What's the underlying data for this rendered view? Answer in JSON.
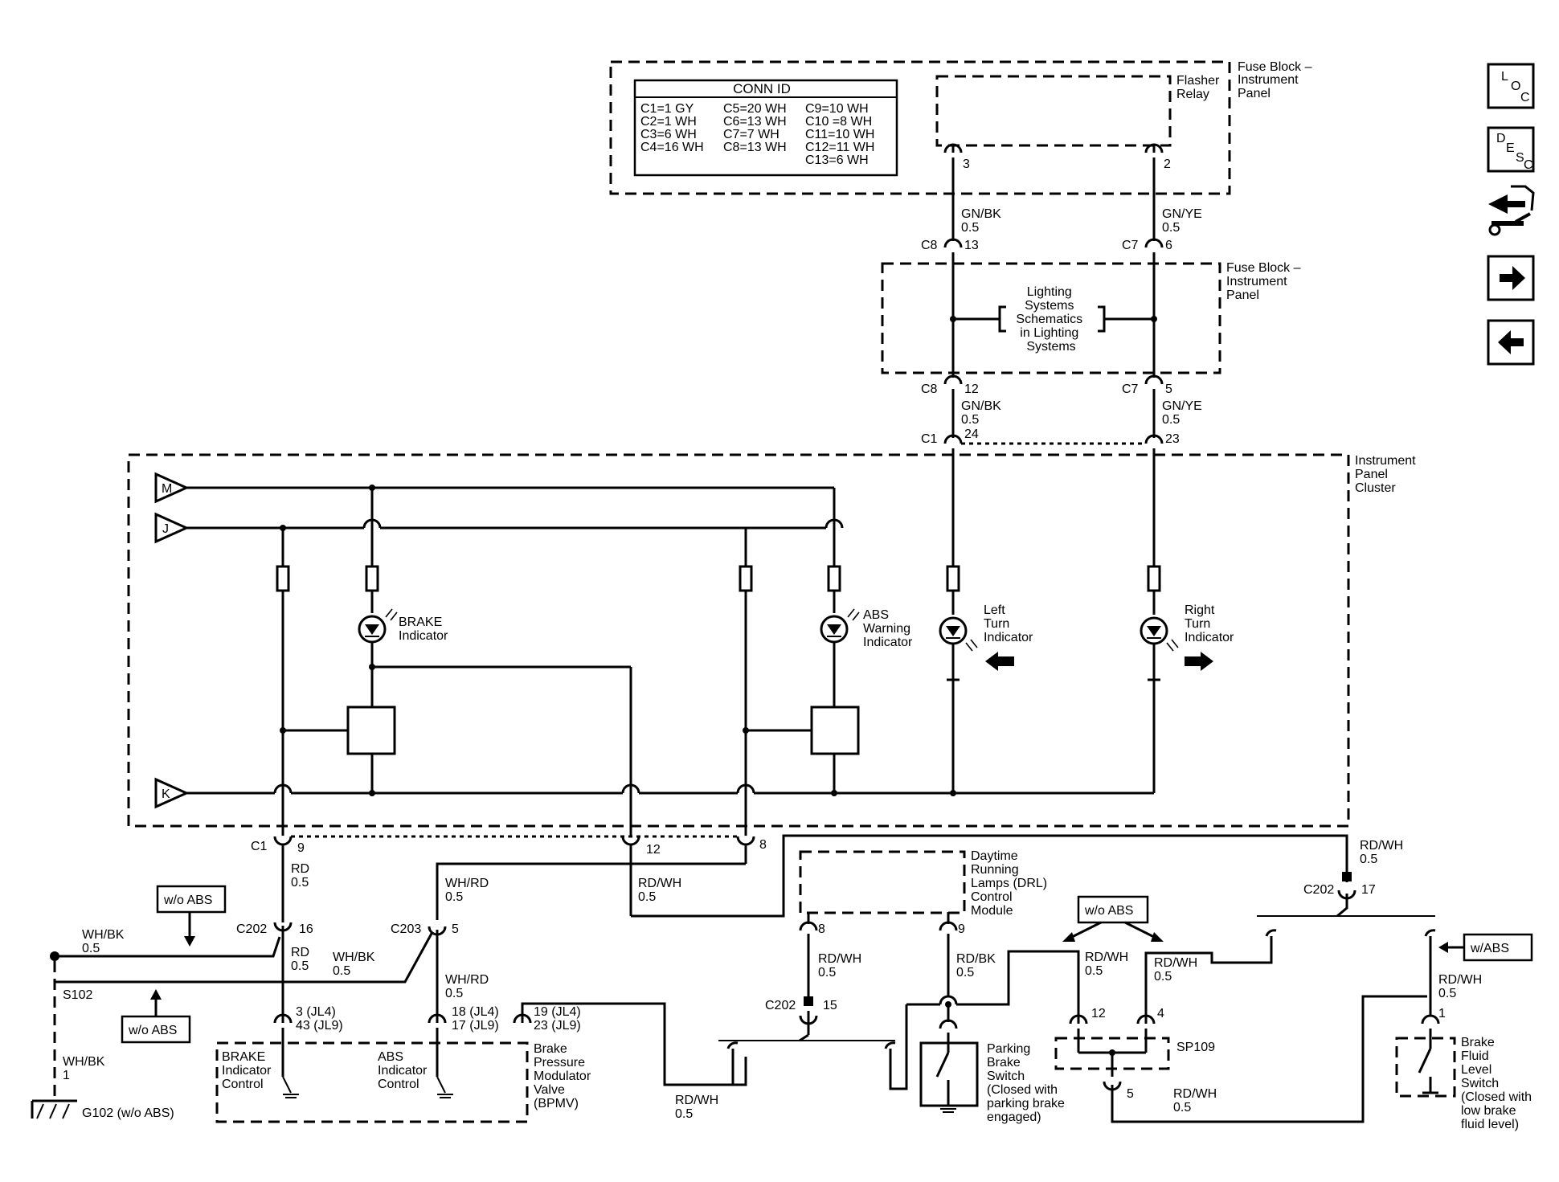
{
  "conn_id": {
    "title": "CONN ID",
    "col1": [
      "C1=1 GY",
      "C2=1 WH",
      "C3=6 WH",
      "C4=16 WH"
    ],
    "col2": [
      "C5=20 WH",
      "C6=13 WH",
      "C7=7 WH",
      "C8=13 WH"
    ],
    "col3": [
      "C9=10 WH",
      "C10 =8 WH",
      "C11=10 WH",
      "C12=11 WH",
      "C13=6 WH"
    ]
  },
  "components": {
    "fuse_block_top": [
      "Fuse Block –",
      "Instrument",
      "Panel"
    ],
    "flasher_relay": [
      "Flasher",
      "Relay"
    ],
    "fuse_block_mid": [
      "Fuse Block –",
      "Instrument",
      "Panel"
    ],
    "lighting_ref": [
      "Lighting",
      "Systems",
      "Schematics",
      "in Lighting",
      "Systems"
    ],
    "instrument_cluster": [
      "Instrument",
      "Panel",
      "Cluster"
    ],
    "brake_indicator": [
      "BRAKE",
      "Indicator"
    ],
    "abs_warning": [
      "ABS",
      "Warning",
      "Indicator"
    ],
    "left_turn": [
      "Left",
      "Turn",
      "Indicator"
    ],
    "right_turn": [
      "Right",
      "Turn",
      "Indicator"
    ],
    "drl_module": [
      "Daytime",
      "Running",
      "Lamps (DRL)",
      "Control",
      "Module"
    ],
    "brake_indicator_control": [
      "BRAKE",
      "Indicator",
      "Control"
    ],
    "abs_indicator_control": [
      "ABS",
      "Indicator",
      "Control"
    ],
    "bpmv": [
      "Brake",
      "Pressure",
      "Modulator",
      "Valve",
      "(BPMV)"
    ],
    "parking_brake_switch": [
      "Parking",
      "Brake",
      "Switch",
      "(Closed with",
      "parking brake",
      "engaged)"
    ],
    "brake_fluid_switch": [
      "Brake",
      "Fluid",
      "Level",
      "Switch",
      "(Closed with",
      "low brake",
      "fluid level)"
    ],
    "sp109": "SP109",
    "s102": "S102",
    "g102": "G102 (w/o ABS)"
  },
  "flags": {
    "m": "M",
    "j": "J",
    "k": "K"
  },
  "options": {
    "wo_abs": "w/o ABS",
    "w_abs": "w/ABS"
  },
  "labels": {
    "pin_3": "3",
    "pin_2": "2",
    "gnbk_a": [
      "GN/BK",
      "0.5"
    ],
    "gnye_a": [
      "GN/YE",
      "0.5"
    ],
    "c8_a": "C8",
    "pin_13": "13",
    "c7_a": "C7",
    "pin_6": "6",
    "c8_b": "C8",
    "pin_12": "12",
    "c7_b": "C7",
    "pin_5": "5",
    "gnbk_b": [
      "GN/BK",
      "0.5"
    ],
    "gnye_b": [
      "GN/YE",
      "0.5"
    ],
    "c1_top": "C1",
    "pin_24": "24",
    "pin_23": "23",
    "c1_bot": "C1",
    "pin_9": "9",
    "pin_12b": "12",
    "pin_8": "8",
    "rd_a": [
      "RD",
      "0.5"
    ],
    "rdwh_a": [
      "RD/WH",
      "0.5"
    ],
    "whrd_a": [
      "WH/RD",
      "0.5"
    ],
    "rdwh_b": [
      "RD/WH",
      "0.5"
    ],
    "c202_17": "C202",
    "pin_17": "17",
    "c202_16": "C202",
    "pin_16": "16",
    "c203": "C203",
    "pin_5b": "5",
    "whbk_a": [
      "WH/BK",
      "0.5"
    ],
    "rd_b": [
      "RD",
      "0.5"
    ],
    "whbk_b": [
      "WH/BK",
      "0.5"
    ],
    "whrd_b": [
      "WH/RD",
      "0.5"
    ],
    "pin_8b": "8",
    "pin_9b": "9",
    "rdwh_c": [
      "RD/WH",
      "0.5"
    ],
    "rdbk": [
      "RD/BK",
      "0.5"
    ],
    "c202_15": "C202",
    "pin_15": "15",
    "rdwh_d": [
      "RD/WH",
      "0.5"
    ],
    "rdwh_e": [
      "RD/WH",
      "0.5"
    ],
    "rdwh_f": [
      "RD/WH",
      "0.5"
    ],
    "pin_12c": "12",
    "pin_4": "4",
    "pin_1": "1",
    "pin_5c": "5",
    "rdwh_g": [
      "RD/WH",
      "0.5"
    ],
    "rdwh_h": [
      "RD/WH",
      "0.5"
    ],
    "brake_pins": [
      "3 (JL4)",
      "43 (JL9)"
    ],
    "abs_pins": [
      "18 (JL4)",
      "17 (JL9)"
    ],
    "bpmv_pins": [
      "19 (JL4)",
      "23 (JL9)"
    ],
    "whbk_c": [
      "WH/BK",
      "1"
    ]
  },
  "nav": {
    "loc": [
      "L",
      "O",
      "C"
    ],
    "desc": [
      "D",
      "E",
      "S",
      "C"
    ]
  },
  "icons": [
    "loc-icon",
    "desc-icon",
    "wrench-icon",
    "arrow-right-icon",
    "arrow-left-icon"
  ]
}
